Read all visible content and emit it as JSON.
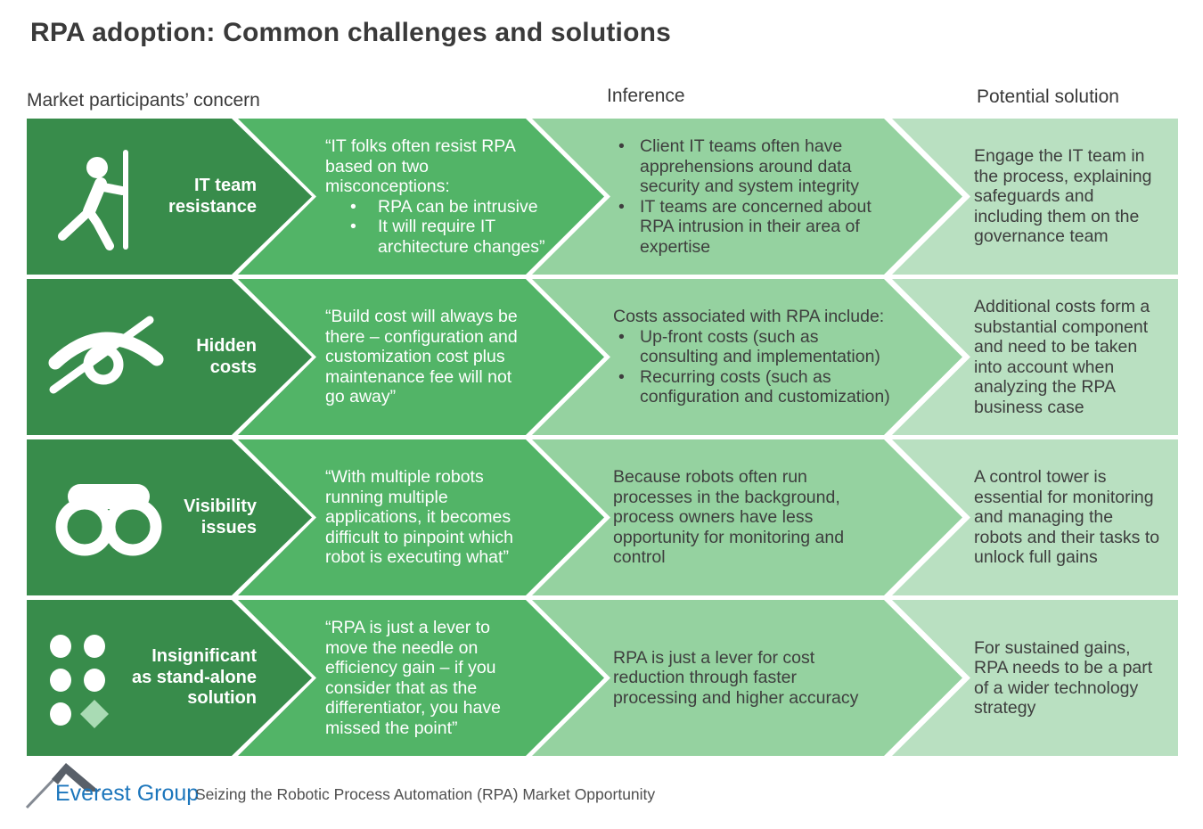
{
  "title": "RPA adoption: Common challenges and solutions",
  "columns": {
    "concern": "Market participants’ concern",
    "inference": "Inference",
    "solution": "Potential solution"
  },
  "colors": {
    "concern_panel": "#388C4B",
    "quote_panel": "#52B467",
    "inference_panel": "#95D2A0",
    "solution_panel": "#B9E0C1",
    "dark_text": "#3E3E3E",
    "logo_blue": "#1C76BC",
    "diamond_accent": "#A9DBB4"
  },
  "rows": [
    {
      "icon": "resistance-person-icon",
      "label": "IT team\nresistance",
      "quote": {
        "intro": "“IT folks often resist RPA\nbased on two\nmisconceptions:",
        "bullets": [
          "RPA can be intrusive",
          "It will require IT\narchitecture changes”"
        ]
      },
      "inference": {
        "bullets": [
          "Client IT teams often have\napprehensions around data\nsecurity and system integrity",
          "IT teams are concerned about\nRPA intrusion in their area of\nexpertise"
        ]
      },
      "solution": "Engage the IT team in\nthe process, explaining\nsafeguards and\nincluding them on the\ngovernance team"
    },
    {
      "icon": "hidden-eye-icon",
      "label": "Hidden\ncosts",
      "quote": "“Build cost will always be\nthere – configuration and\ncustomization cost plus\nmaintenance fee will not\ngo away”",
      "inference": {
        "intro": "Costs associated with RPA include:",
        "bullets": [
          "Up-front costs (such as\nconsulting and implementation)",
          "Recurring costs (such as\nconfiguration and customization)"
        ]
      },
      "solution": "Additional costs form a\nsubstantial component\nand need to be taken\ninto account when\nanalyzing the RPA\nbusiness case"
    },
    {
      "icon": "binoculars-icon",
      "label": "Visibility\nissues",
      "quote": "“With multiple robots\nrunning multiple\napplications, it becomes\ndifficult to pinpoint which\nrobot is executing what”",
      "inference": "Because robots often run\nprocesses in the background,\nprocess owners have less\nopportunity for monitoring and\ncontrol",
      "solution": "A control tower is\nessential for monitoring\nand managing the\nrobots and their tasks to\nunlock full gains"
    },
    {
      "icon": "dots-grid-icon",
      "label": "Insignificant\nas stand-alone\nsolution",
      "quote": "“RPA is just a lever to\nmove the needle on\nefficiency gain – if you\nconsider that as the\ndifferentiator, you have\nmissed the point”",
      "inference": "RPA is just a lever for cost\nreduction through faster\nprocessing and higher accuracy",
      "solution": "For sustained gains,\nRPA needs to be a part\nof a wider technology\nstrategy"
    }
  ],
  "footer": {
    "logo_text": "Everest Group",
    "tagline": "Seizing the Robotic Process Automation (RPA) Market Opportunity"
  }
}
